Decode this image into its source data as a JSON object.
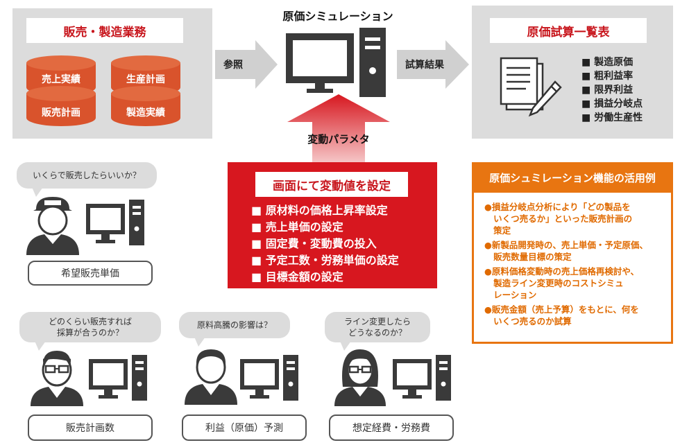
{
  "sales_panel": {
    "title": "販売・製造業務",
    "drums": [
      "売上実績",
      "生産計画",
      "販売計画",
      "製造実績"
    ]
  },
  "center": {
    "title": "原価シミュレーション",
    "left_arrow_label": "参照",
    "right_arrow_label": "試算結果",
    "up_arrow_label": "変動パラメタ"
  },
  "result_panel": {
    "title": "原価試算一覧表",
    "items": [
      "製造原価",
      "粗利益率",
      "限界利益",
      "損益分岐点",
      "労働生産性"
    ]
  },
  "red_panel": {
    "title": "画面にて変動値を設定",
    "items": [
      "原材料の価格上昇率設定",
      "売上単価の設定",
      "固定費・変動費の投入",
      "予定工数・労務単価の設定",
      "目標金額の設定"
    ]
  },
  "usage_panel": {
    "title": "原価シュミレーション機能の活用例",
    "items": [
      [
        "損益分岐点分析により「どの製品を",
        "いくつ売るか」といった販売計画の",
        "策定"
      ],
      [
        "新製品開発時の、売上単価・予定原価、",
        "販売数量目標の策定"
      ],
      [
        "原料価格変動時の売上価格再検討や、",
        "製造ライン変更時のコストシミュ",
        "レーション"
      ],
      [
        "販売金額（売上予算）をもとに、何を",
        "いくつ売るのか試算"
      ]
    ]
  },
  "personas": [
    {
      "question": [
        "いくらで販売したらいいか？"
      ],
      "caption": "希望販売単価",
      "icon": "worker-cap-icon"
    },
    {
      "question": [
        "どのくらい販売すれば",
        "採算が合うのか？"
      ],
      "caption": "販売計画数",
      "icon": "man-glasses-icon"
    },
    {
      "question": [
        "原料高騰の影響は？"
      ],
      "caption": "利益（原価）予測",
      "icon": "man-icon"
    },
    {
      "question": [
        "ライン変更したら",
        "どうなるのか？"
      ],
      "caption": "想定経費・労務費",
      "icon": "woman-glasses-icon"
    }
  ],
  "colors": {
    "panel_gray": "#dcdcdc",
    "red": "#d7171f",
    "drum": "#d9532c",
    "orange": "#e87511",
    "icon_dark": "#3a3a3a"
  }
}
